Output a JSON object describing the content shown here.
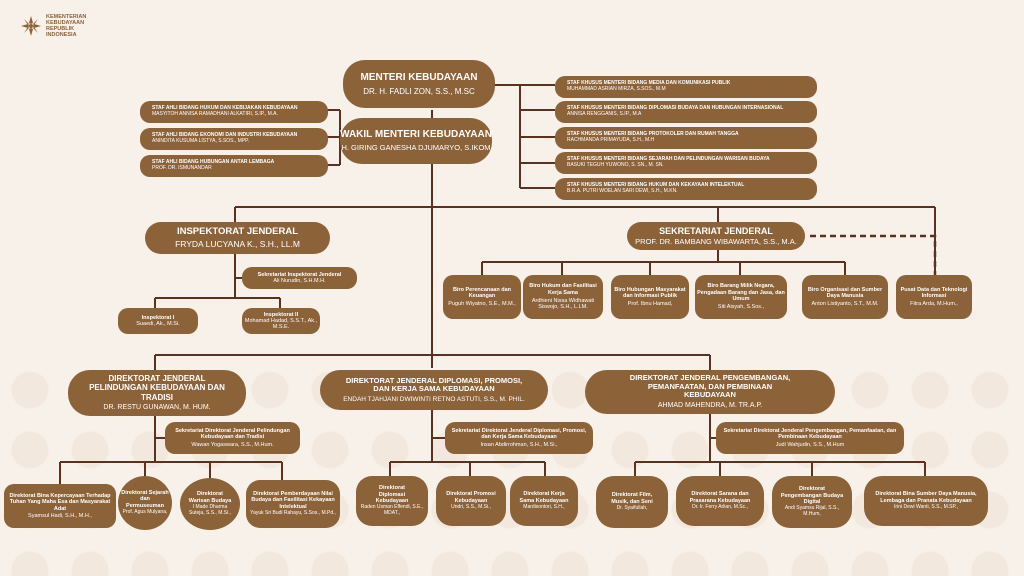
{
  "logo": {
    "text": "KEMENTERIAN KEBUDAYAAN REPUBLIK INDONESIA"
  },
  "menteri": {
    "title": "MENTERI KEBUDAYAAN",
    "name": "DR. H. FADLI ZON, S.S., M.SC"
  },
  "wamen": {
    "title": "WAKIL MENTERI KEBUDAYAAN",
    "name": "H. GIRING GANESHA DJUMARYO, S.IKOM"
  },
  "staf_ahli": [
    {
      "title": "STAF AHLI BIDANG HUKUM DAN KEBIJAKAN KEBUDAYAAN",
      "name": "MASYITOH ANNISA RAMADHANI ALKATIRI, S.IP., M.A."
    },
    {
      "title": "STAF AHLI BIDANG EKONOMI DAN INDUSTRI KEBUDAYAAN",
      "name": "ANINDITA KUSUMA LISTYA, S.SOS., MPP."
    },
    {
      "title": "STAF AHLI BIDANG HUBUNGAN ANTAR LEMBAGA",
      "name": "PROF. DR. ISMUNANDAR"
    }
  ],
  "staf_khusus": [
    {
      "title": "STAF KHUSUS MENTERI  BIDANG MEDIA DAN KOMUNIKASI PUBLIK",
      "name": "MUHAMMAD ASRIAN MIRZA, S.SOS., M.M"
    },
    {
      "title": "STAF KHUSUS MENTERI  BIDANG DIPLOMASI BUDAYA DAN HUBUNGAN INTERNASIONAL",
      "name": "ANNISA RENGGANIS, S.IP., M.A"
    },
    {
      "title": "STAF KHUSUS MENTERI BIDANG PROTOKOLER DAN RUMAH TANGGA",
      "name": "RACHMANDA PRIMAYUDA, S.H., M.H"
    },
    {
      "title": "STAF KHUSUS MENTERI BIDANG SEJARAH DAN PELINDUNGAN WARISAN BUDAYA",
      "name": "BASUKI TEGUH YUWONO, S. SN., M. SN."
    },
    {
      "title": "STAF KHUSUS MENTERI BIDANG HUKUM DAN KEKAYAAN INTELEKTUAL",
      "name": "B.R.A. PUTRI WOELAN SARI DEWI, S.H., M.KN."
    }
  ],
  "inspektorat": {
    "title": "INSPEKTORAT JENDERAL",
    "name": "FRYDA LUCYANA K., S.H., LL.M"
  },
  "sekr_inspektorat": {
    "title": "Sekretariat Inspektorat Jenderal",
    "name": "Ali Nurudin, S.H.M.H."
  },
  "inspektorat_units": [
    {
      "title": "Inspektorat I",
      "name": "Suaedi, Ak., M.Si."
    },
    {
      "title": "Inspektorat II",
      "name": "Mohamad Hadad, S.S.T., Ak., M.S.E."
    }
  ],
  "sekjen": {
    "title": "SEKRETARIAT JENDERAL",
    "name": "PROF. DR. BAMBANG WIBAWARTA, S.S., M.A."
  },
  "biro": [
    {
      "title": "Biro Perencanaan dan Keuangan",
      "name": "Puguh Wiyatno, S.E., M.M.,"
    },
    {
      "title": "Biro Hukum dan Fasilitasi Kerja Sama",
      "name": "Ardhieni Nissa Widhawati Siswojo, S.H., L.LM."
    },
    {
      "title": "Biro Hubungan Masyarakat dan Informasi Publik",
      "name": "Prof. Ibnu Hamad,"
    },
    {
      "title": "Biro Barang Milik Negara, Pengadaan Barang dan Jasa, dan Umum",
      "name": "Siti Aisyah, S.Sos.,"
    },
    {
      "title": "Biro Organisasi dan Sumber Daya Manusia",
      "name": "Anton Listiyanto, S.T., M.M."
    },
    {
      "title": "Pusat Data dan Teknologi Informasi",
      "name": "Fitra Arda, M.Hum.,"
    }
  ],
  "dirjen": [
    {
      "title": "DIREKTORAT JENDERAL PELINDUNGAN KEBUDAYAAN DAN TRADISI",
      "name": "DR. RESTU GUNAWAN, M. HUM."
    },
    {
      "title": "DIREKTORAT JENDERAL DIPLOMASI, PROMOSI, DAN KERJA SAMA KEBUDAYAAN",
      "name": "ENDAH TJAHJANI DWIWINTI RETNO ASTUTI, S.S., M. PHIL."
    },
    {
      "title": "DIREKTORAT JENDERAL PENGEMBANGAN, PEMANFAATAN, DAN PEMBINAAN KEBUDAYAAN",
      "name": "AHMAD MAHENDRA, M. TR.A.P."
    }
  ],
  "sekr_dirjen": [
    {
      "title": "Sekretariat Direktorat Jenderal Pelindungan Kebudayaan dan Tradisi",
      "name": "Wawan Yogaswara, S.S., M.Hum."
    },
    {
      "title": "Sekretariat Direktorat Jenderal Diplomasi, Promosi, dan Kerja Sama Kebudayaan",
      "name": "Insan Abdirrohman, S.H., M.Si.,"
    },
    {
      "title": "Sekretariat Direktorat Jenderal Pengembangan, Pemanfaatan, dan Pembinaan Kebudayaan",
      "name": "Judi Wahjudin, S.S., M.Hum"
    }
  ],
  "direktorat": [
    {
      "title": "Direktorat Bina Kepercayaan Terhadap Tuhan Yang Maha Esa dan Masyarakat Adat",
      "name": "Syamsul Hadi, S.H., M.H.,"
    },
    {
      "title": "Direktorat Sejarah dan Permuseuman",
      "name": "Prof. Agus Mulyana,"
    },
    {
      "title": "Direktorat Warisan Budaya",
      "name": "I Made Dharma Suteja, S.S., M.Si.,"
    },
    {
      "title": "Direktorat Pemberdayaan Nilai Budaya dan Fasilitasi Kekayaan Intelektual",
      "name": "Yayuk Sri Budi Rahayu, S.Sos., M.Pd.,"
    },
    {
      "title": "Direktorat Diplomasi Kebudayaan",
      "name": "Raden Usman Effendi, S.E., MDAT.,"
    },
    {
      "title": "Direktorat Promosi Kebudayaan",
      "name": "Undri, S.S., M.Si.,"
    },
    {
      "title": "Direktorat Kerja Sama Kebudayaan",
      "name": "Mardisontori, S.H.,"
    },
    {
      "title": "Direktorat Film, Musik, dan Seni",
      "name": "Dr. Syaifullah,"
    },
    {
      "title": "Direktorat Sarana dan Prasarana Kebudayaan",
      "name": "Dr. Ir. Ferry Arlian, M.Sc.,"
    },
    {
      "title": "Direktorat Pengembangan Budaya Digital",
      "name": "Andi Syamsu Rijal, S.S., M.Hum,"
    },
    {
      "title": "Direktorat Bina Sumber Daya Manusia, Lembaga dan Pranata Kebudayaan",
      "name": "Irini Dewi Wanti, S.S., M.SP.,"
    }
  ],
  "colors": {
    "box": "#8c6239",
    "line": "#5a3320",
    "background": "#f7f1ea"
  }
}
